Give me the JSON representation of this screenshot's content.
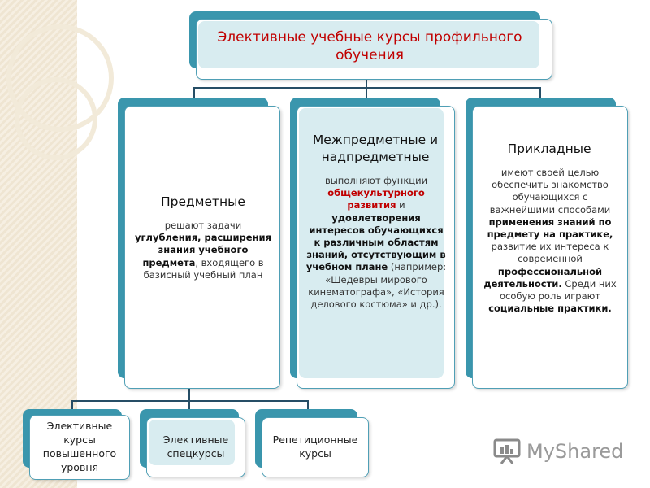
{
  "title": "Элективные учебные курсы профильного обучения",
  "columns": {
    "subject": {
      "heading": "Предметные",
      "t1": "решают задачи ",
      "b1": "углубления, расширения знания учебного предмета",
      "t2": ", входящего в базисный учебный план"
    },
    "inter": {
      "heading": "Межпредметные и надпредметные",
      "t1": "выполняют функции ",
      "r1": "общекультурного развития",
      "t2": " и ",
      "b1": "удовлетворения интересов обучающихся к различным областям знаний, отсутствующим в учебном плане",
      "t3": " (например: «Шедевры мирового кинематографа», «История делового костюма» и др.)."
    },
    "applied": {
      "heading": "Прикладные",
      "t1": "имеют своей целью обеспечить знакомство обучающихся с важнейшими способами ",
      "b1": "применения знаний по предмету на практике,",
      "t2": " развитие их интереса к современной ",
      "b2": "профессиональной деятельности.",
      "t3": " Среди них особую роль играют ",
      "b3": "социальные практики."
    }
  },
  "sub_boxes": {
    "advanced": "Элективные курсы повышенного уровня",
    "special": "Элективные спецкурсы",
    "repetition": "Репетиционные курсы"
  },
  "logo": "MyShared"
}
